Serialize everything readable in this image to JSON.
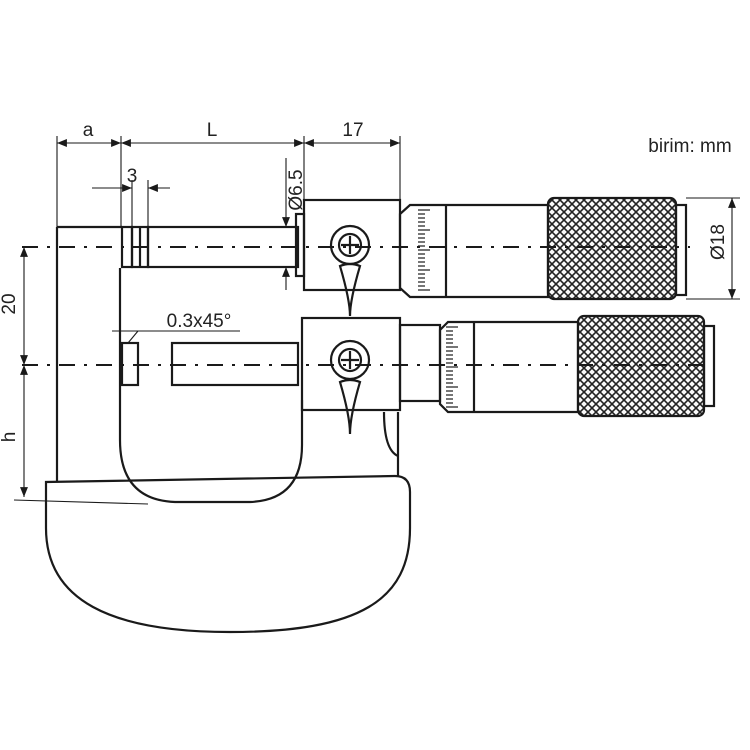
{
  "dimension_labels": {
    "a": "a",
    "L": "L",
    "d17": "17",
    "d3": "3",
    "dia65": "Ø6.5",
    "d20": "20",
    "chamfer": "0.3x45°",
    "h": "h",
    "dia18": "Ø18"
  },
  "unit_note": "birim: mm"
}
